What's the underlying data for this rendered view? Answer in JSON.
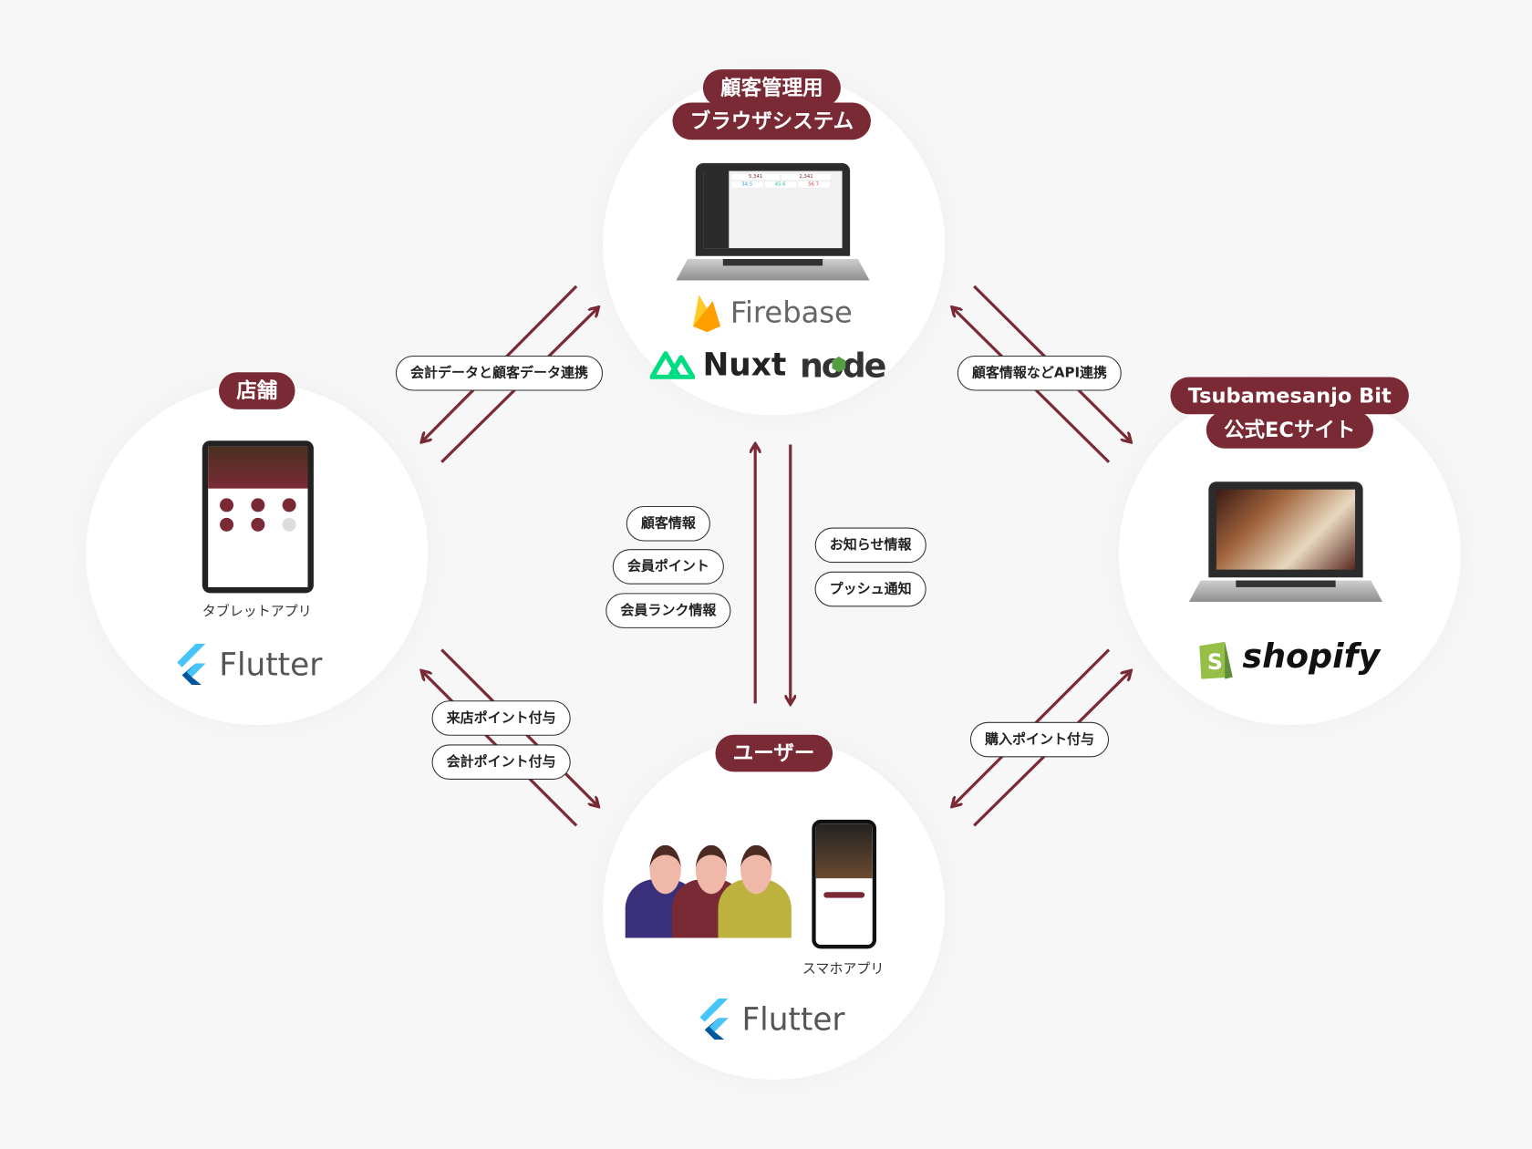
{
  "nodes": {
    "admin": {
      "title_line1": "顧客管理用",
      "title_line2": "ブラウザシステム",
      "logos": [
        "Firebase",
        "Nuxt",
        "node"
      ],
      "dashboard_values": [
        "5,341",
        "2,341",
        "34.5",
        "45.6",
        "56.7"
      ]
    },
    "store": {
      "title": "店舗",
      "caption": "タブレットアプリ",
      "logo": "Flutter"
    },
    "ec": {
      "title_line1": "Tsubamesanjo Bit",
      "title_line2": "公式ECサイト",
      "logo": "shopify"
    },
    "user": {
      "title": "ユーザー",
      "caption": "スマホアプリ",
      "logo": "Flutter"
    }
  },
  "links": {
    "store_admin": "会計データと顧客データ連携",
    "admin_ec": "顧客情報などAPI連携",
    "user_to_admin": [
      "顧客情報",
      "会員ポイント",
      "会員ランク情報"
    ],
    "admin_to_user": [
      "お知らせ情報",
      "プッシュ通知"
    ],
    "store_user": [
      "来店ポイント付与",
      "会計ポイント付与"
    ],
    "ec_user": "購入ポイント付与"
  },
  "colors": {
    "accent": "#7a2a35",
    "background": "#f7f7f7",
    "firebase": "#ffa000",
    "nuxt": "#00dc82",
    "node": "#539e43",
    "flutter": "#02569b",
    "shopify": "#95bf47"
  }
}
